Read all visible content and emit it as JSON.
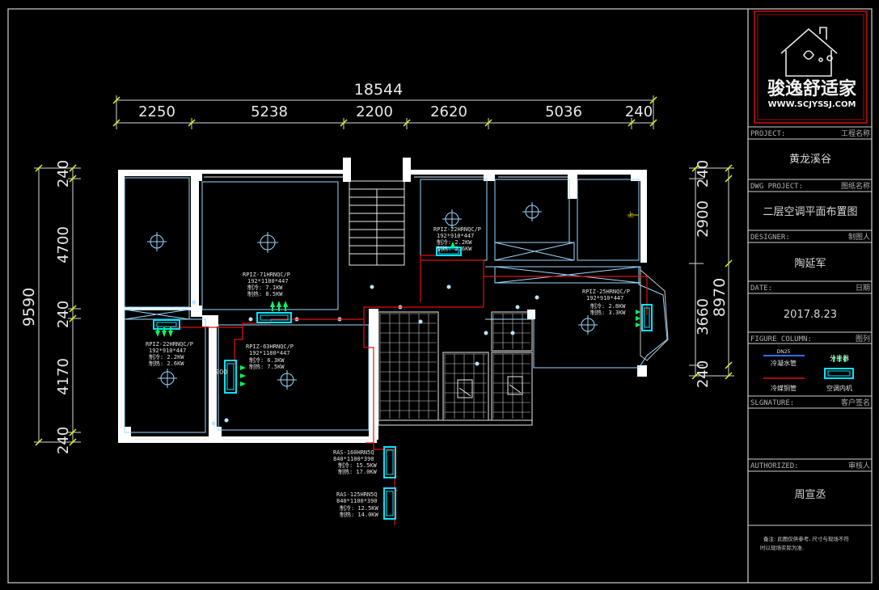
{
  "logo": {
    "brand": "骏逸舒适家",
    "url": "WWW.SCJYSSJ.COM"
  },
  "title_block": {
    "rows": [
      {
        "label": "PROJECT:",
        "label_cn": "工程名称",
        "value": "黄龙溪谷"
      },
      {
        "label": "DWG PROJECT:",
        "label_cn": "图纸名称",
        "value": "二层空调平面布置图"
      },
      {
        "label": "DESIGNER:",
        "label_cn": "制图人",
        "value": "陶延军"
      },
      {
        "label": "DATE:",
        "label_cn": "日期",
        "value": "2017.8.23"
      }
    ],
    "figure_column": {
      "label": "FIGURE COLUMN:",
      "label_cn": "图列"
    },
    "legend": [
      {
        "name": "冷凝水管",
        "tag": "DN25",
        "color": "#3a6bff"
      },
      {
        "name": "分接器",
        "color": "#00ff66"
      },
      {
        "name": "冷媒铜管",
        "color": "#e01010"
      },
      {
        "name": "空调内机",
        "color": "#00e5ff"
      }
    ],
    "signature": {
      "label": "SLGNATURE:",
      "label_cn": "客户签名"
    },
    "authorized": {
      "label": "AUTHORIZED:",
      "label_cn": "审核人",
      "value": "周宣丞"
    },
    "note": [
      "备注: 此图仅供参考, 尺寸与现场不符",
      "时以现场实际为准."
    ]
  },
  "dimensions": {
    "total_top": "18544",
    "top": [
      "2250",
      "5238",
      "2200",
      "2620",
      "5036",
      "240"
    ],
    "left_total": "9590",
    "left": [
      "240",
      "4700",
      "240",
      "4170",
      "240"
    ],
    "right_total": "8970",
    "right": [
      "240",
      "2900",
      "3660",
      "240"
    ]
  },
  "units": [
    {
      "model": "RPIZ-71HRNQC/P",
      "size": "192*1180*447",
      "cool": "制冷: 7.1KW",
      "heat": "制热: 8.5KW"
    },
    {
      "model": "RPIZ-22HRNQC/P",
      "size": "192*910*447",
      "cool": "制冷: 2.2KW",
      "heat": "制热: 2.6KW"
    },
    {
      "model": "RPIZ-25HRNQC/P",
      "size": "192*910*447",
      "cool": "制冷: 2.8KW",
      "heat": "制热: 3.3KW"
    },
    {
      "model": "RPIZ-22HRNQC/P",
      "size": "192*910*447",
      "cool": "制冷: 2.2KW",
      "heat": "制热: 2.6KW"
    },
    {
      "model": "RPIZ-63HRNQC/P",
      "size": "192*1180*447",
      "cool": "制冷: 6.3KW",
      "heat": "制热: 7.5KW"
    }
  ],
  "outdoor": [
    {
      "model": "RAS-160HRN5Q",
      "size": "840*1100*390",
      "cool": "制冷: 15.5KW",
      "heat": "制热: 17.0KW"
    },
    {
      "model": "RAS-125HRN5Q",
      "size": "840*1100*390",
      "cool": "制冷: 12.5KW",
      "heat": "制热: 14.0KW"
    }
  ],
  "marks": {
    "up": "上",
    "dim200": "200"
  },
  "colors": {
    "wall": "#ffffff",
    "inner": "#9ad8ff",
    "frame": "#d0d0d0",
    "pipe": "#e01010",
    "unit": "#00e5ff",
    "tick": "#d8ff00"
  }
}
